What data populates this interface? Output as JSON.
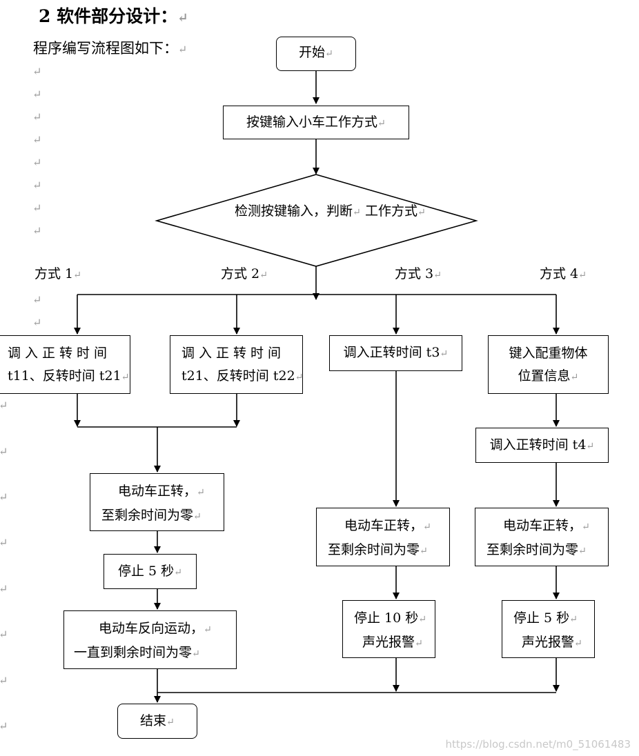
{
  "section_heading": "2 软件部分设计：",
  "intro_text": "程序编写流程图如下：",
  "paragraph_mark": "↵",
  "nodes": {
    "start": "开始",
    "input_mode": "按键输入小车工作方式",
    "decision": [
      "检测按键输入，判断",
      "工作方式"
    ],
    "mode1_load": [
      "调入正转时间",
      "t11、反转时间 t21"
    ],
    "mode2_load": [
      "调入正转时间",
      "t21、反转时间 t22"
    ],
    "mode3_load": "调入正转时间 t3",
    "mode4_input": [
      "键入配重物体",
      "位置信息"
    ],
    "mode4_load": "调入正转时间 t4",
    "forward_a": [
      "电动车正转，",
      "至剩余时间为零"
    ],
    "stop_a": "停止 5 秒",
    "reverse_a": [
      "电动车反向运动，",
      "一直到剩余时间为零"
    ],
    "end": "结束",
    "forward_3": [
      "电动车正转，",
      "至剩余时间为零"
    ],
    "stop_3": [
      "停止 10 秒",
      "声光报警"
    ],
    "forward_4": [
      "电动车正转，",
      "至剩余时间为零"
    ],
    "stop_4": [
      "停止 5 秒",
      "声光报警"
    ]
  },
  "branch_labels": [
    "方式 1",
    "方式 2",
    "方式 3",
    "方式 4"
  ],
  "watermark": "https://blog.csdn.net/m0_51061483"
}
